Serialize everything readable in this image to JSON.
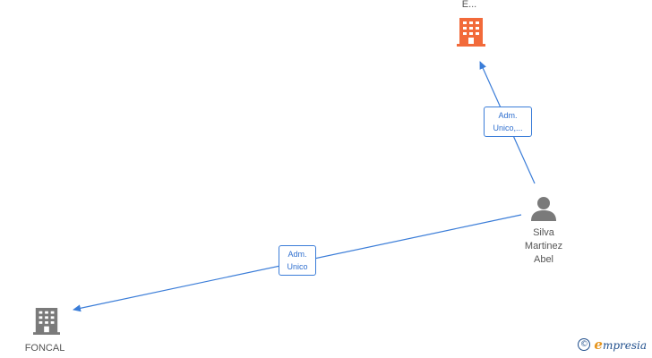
{
  "nodes": {
    "company_top": {
      "label": "E...",
      "color": "#f26a3a",
      "icon": "building-icon"
    },
    "person": {
      "label": "Silva\nMartinez\nAbel",
      "color": "#7a7a7a",
      "icon": "person-icon"
    },
    "company_bottom": {
      "label": "FONCAL",
      "color": "#7a7a7a",
      "icon": "building-icon"
    }
  },
  "edges": {
    "to_top": {
      "label": "Adm.\nUnico,...",
      "color": "#3b7dd8"
    },
    "to_bottom": {
      "label": "Adm.\nUnico",
      "color": "#3b7dd8"
    }
  },
  "watermark": {
    "symbol": "©",
    "brand_initial": "e",
    "brand_rest": "mpresia"
  }
}
